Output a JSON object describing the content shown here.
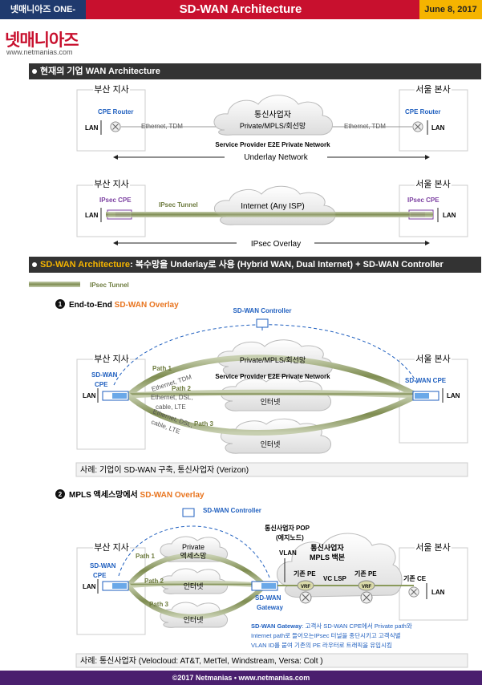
{
  "header": {
    "brand": "넷매니아즈 ONE-SHOT",
    "title": "SD-WAN Architecture",
    "date": "June 8, 2017"
  },
  "logo": {
    "name": "넷매니아즈",
    "url": "www.netmanias.com"
  },
  "section1": {
    "title": "현재의 기업 WAN Architecture"
  },
  "s1": {
    "busan": "부산 지사",
    "seoul": "서울 본사",
    "cpe_router": "CPE Router",
    "lan": "LAN",
    "eth_tdm": "Ethernet, TDM",
    "carrier": "통신사업자",
    "private_line": "Private/MPLS/회선망",
    "sp_e2e": "Service Provider E2E Private Network",
    "underlay": "Underlay Network",
    "ipsec_cpe": "IPsec CPE",
    "ipsec_tunnel": "IPsec Tunnel",
    "internet_isp": "Internet (Any ISP)",
    "ipsec_overlay": "IPsec Overlay"
  },
  "section2": {
    "prefix": "SD-WAN Architecture",
    "text": ": 복수망을 Underlay로 사용 (Hybrid WAN, Dual Internet) + SD-WAN Controller"
  },
  "legend": {
    "ipsec_tunnel": "IPsec Tunnel"
  },
  "s2a": {
    "num": "1",
    "title_plain": "End-to-End ",
    "title_accent": "SD-WAN Overlay",
    "controller": "SD-WAN Controller",
    "busan": "부산 지사",
    "seoul": "서울 본사",
    "sdwan": "SD-WAN",
    "cpe": "CPE",
    "sdwan_cpe": "SD-WAN CPE",
    "lan": "LAN",
    "path1": "Path 1",
    "path2": "Path 2",
    "path3": "Path 3",
    "eth_tdm": "Ethernet, TDM",
    "eth_dsl": "Ethernet, DSL,",
    "cable_lte": "cable,  LTE",
    "eth_dsl2": "Ethernet, DSL,",
    "cable_lte2": "cable,  LTE",
    "private_line": "Private/MPLS/회선망",
    "sp_e2e": "Service Provider E2E Private Network",
    "internet": "인터넷",
    "internet2": "인터넷",
    "case": "사례: 기업이 SD-WAN 구축, 통신사업자 (Verizon)"
  },
  "s2b": {
    "num": "2",
    "title_plain": "MPLS 액세스망에서 ",
    "title_accent": "SD-WAN Overlay",
    "controller": "SD-WAN Controller",
    "busan": "부산 지사",
    "seoul": "서울 본사",
    "sdwan": "SD-WAN",
    "cpe": "CPE",
    "lan": "LAN",
    "lan2": "LAN",
    "path1": "Path 1",
    "path2": "Path 2",
    "path3": "Path 3",
    "private": "Private",
    "access": "액세스망",
    "internet": "인터넷",
    "internet2": "인터넷",
    "pop": "통신사업자 POP",
    "edge": "(에지노드)",
    "vlan": "VLAN",
    "gw1": "SD-WAN",
    "gw2": "Gateway",
    "carrier": "통신사업자",
    "backbone": "MPLS 백본",
    "pe_left": "기존 PE",
    "pe_right": "기존 PE",
    "ce": "기존 CE",
    "vrf": "VRF",
    "vrf2": "VRF",
    "vclsp": "VC LSP",
    "note_title": "SD-WAN Gateway",
    "note1": ": 고객사 SD-WAN CPE에서 Private path와",
    "note2": "Internet path로 들어오는IPsec 터널을 종단시키고 고객식별",
    "note3": "VLAN ID를 붙여 기존의 PE 라우터로 트래픽을 유입시킴",
    "case": "사례: 통신사업자 (Velocloud: AT&T, MetTel, Windstream, Versa: Colt )"
  },
  "footer": "©2017 Netmanias • www.netmanias.com",
  "colors": {
    "red": "#c8102e",
    "navy": "#1f3a6e",
    "gold": "#f5b400",
    "blue": "#1f5fbf",
    "orange": "#e8741e",
    "tunnel": "#8a9a5b"
  }
}
